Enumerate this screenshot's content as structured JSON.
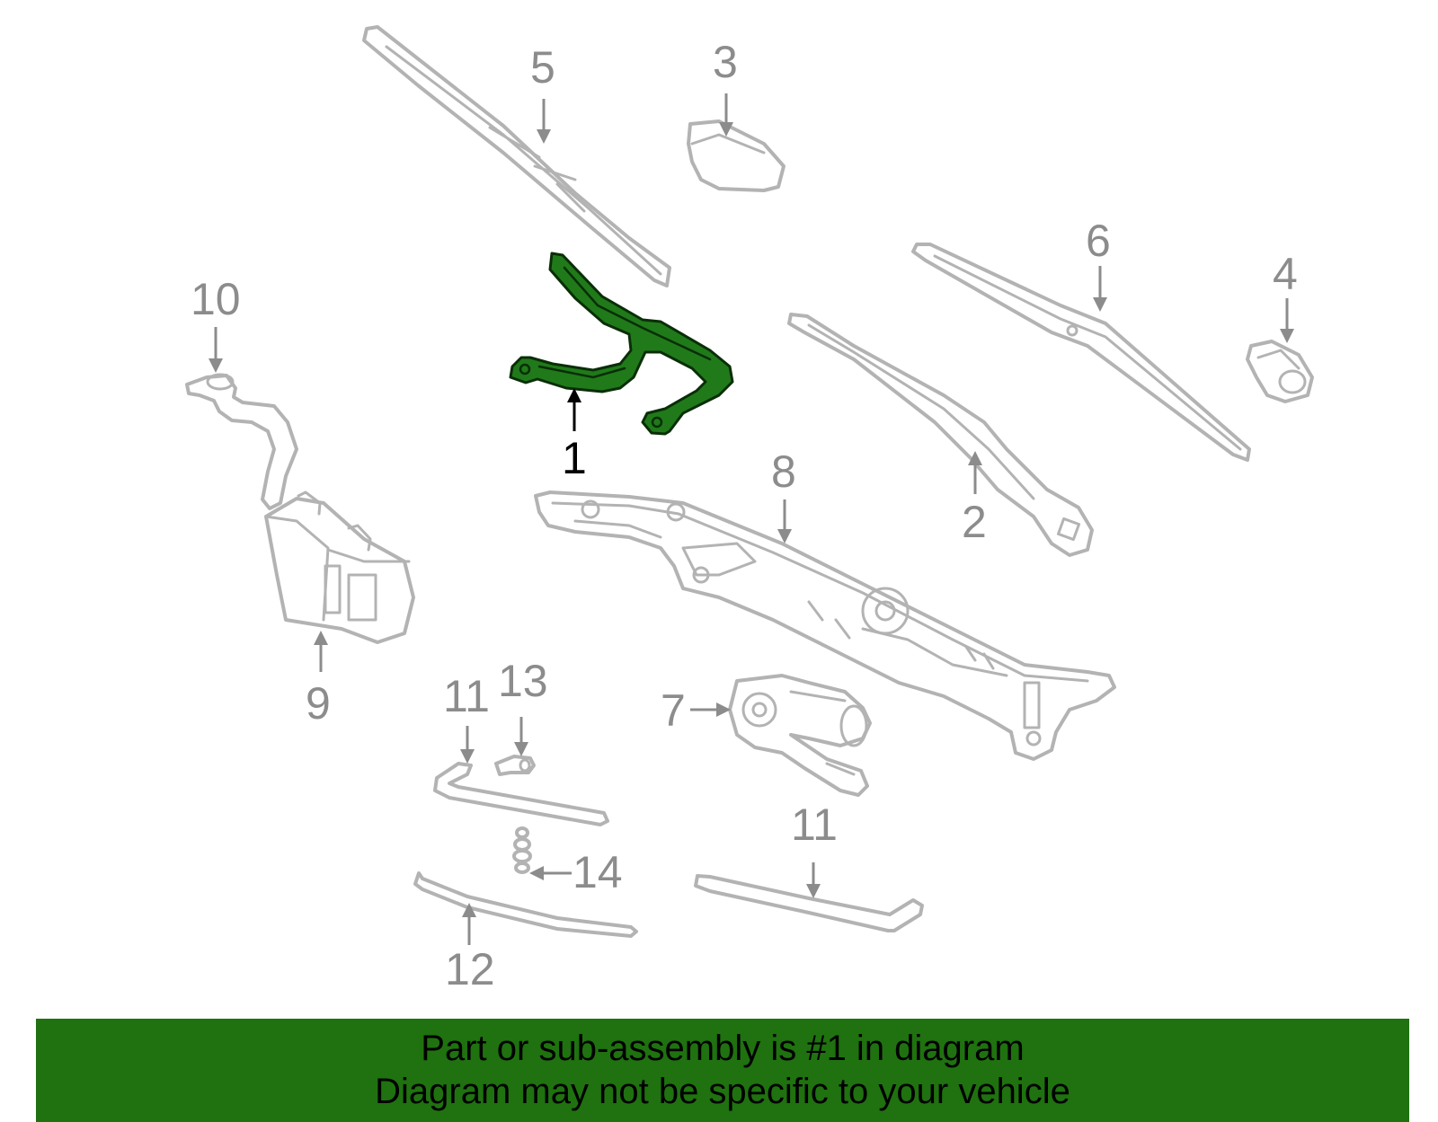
{
  "diagram": {
    "callouts": {
      "c1": "1",
      "c2": "2",
      "c3": "3",
      "c4": "4",
      "c5": "5",
      "c6": "6",
      "c7": "7",
      "c8": "8",
      "c9": "9",
      "c10": "10",
      "c11a": "11",
      "c11b": "11",
      "c12": "12",
      "c13": "13",
      "c14": "14"
    },
    "highlighted_part": "1",
    "colors": {
      "highlight": "#207a1a",
      "banner": "#1f720f",
      "part_outline": "#b3b3b3",
      "callout": "#8c8c8c"
    }
  },
  "banner": {
    "line1": "Part or sub-assembly is #1 in diagram",
    "line2": "Diagram may not be specific to your vehicle"
  }
}
